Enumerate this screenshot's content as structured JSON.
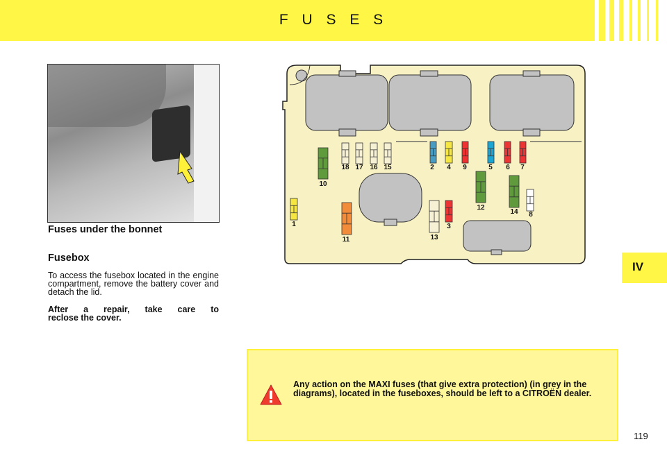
{
  "header": {
    "title": "F U S E S"
  },
  "section": {
    "title": "Fuses under the bonnet"
  },
  "fusebox": {
    "heading": "Fusebox",
    "text": "To access the fusebox located in the engine compartment, remove the battery cover and detach the lid.",
    "note_line1": "After a repair, take care to",
    "note_line2": "reclose the cover."
  },
  "fuses": [
    {
      "number": "1",
      "color": "#f5e642"
    },
    {
      "number": "2",
      "color": "#4a9bc1"
    },
    {
      "number": "3",
      "color": "#ee3333"
    },
    {
      "number": "4",
      "color": "#f5e642"
    },
    {
      "number": "5",
      "color": "#1aa6d4"
    },
    {
      "number": "6",
      "color": "#ee3333"
    },
    {
      "number": "7",
      "color": "#ee3333"
    },
    {
      "number": "8",
      "color": "#ffffff"
    },
    {
      "number": "9",
      "color": "#ee3333"
    },
    {
      "number": "10",
      "color": "#5f9a3c"
    },
    {
      "number": "11",
      "color": "#f28c3a"
    },
    {
      "number": "12",
      "color": "#5f9a3c"
    },
    {
      "number": "13",
      "color": "#f6f0d4"
    },
    {
      "number": "14",
      "color": "#5f9a3c"
    },
    {
      "number": "15",
      "color": "#f6f0d4"
    },
    {
      "number": "16",
      "color": "#f6f0d4"
    },
    {
      "number": "17",
      "color": "#f6f0d4"
    },
    {
      "number": "18",
      "color": "#f6f0d4"
    }
  ],
  "chapter_tab": "IV",
  "warning": {
    "text": "Any action on the MAXI fuses (that give extra protection) (in grey in the diagrams), located in the fuseboxes, should be left to a CITROËN dealer."
  },
  "page_number": "119",
  "colors": {
    "header": "#fff645",
    "board": "#f7f1c4",
    "maxi_fuse": "#c2c2c2",
    "warning_bg": "#fff799"
  }
}
